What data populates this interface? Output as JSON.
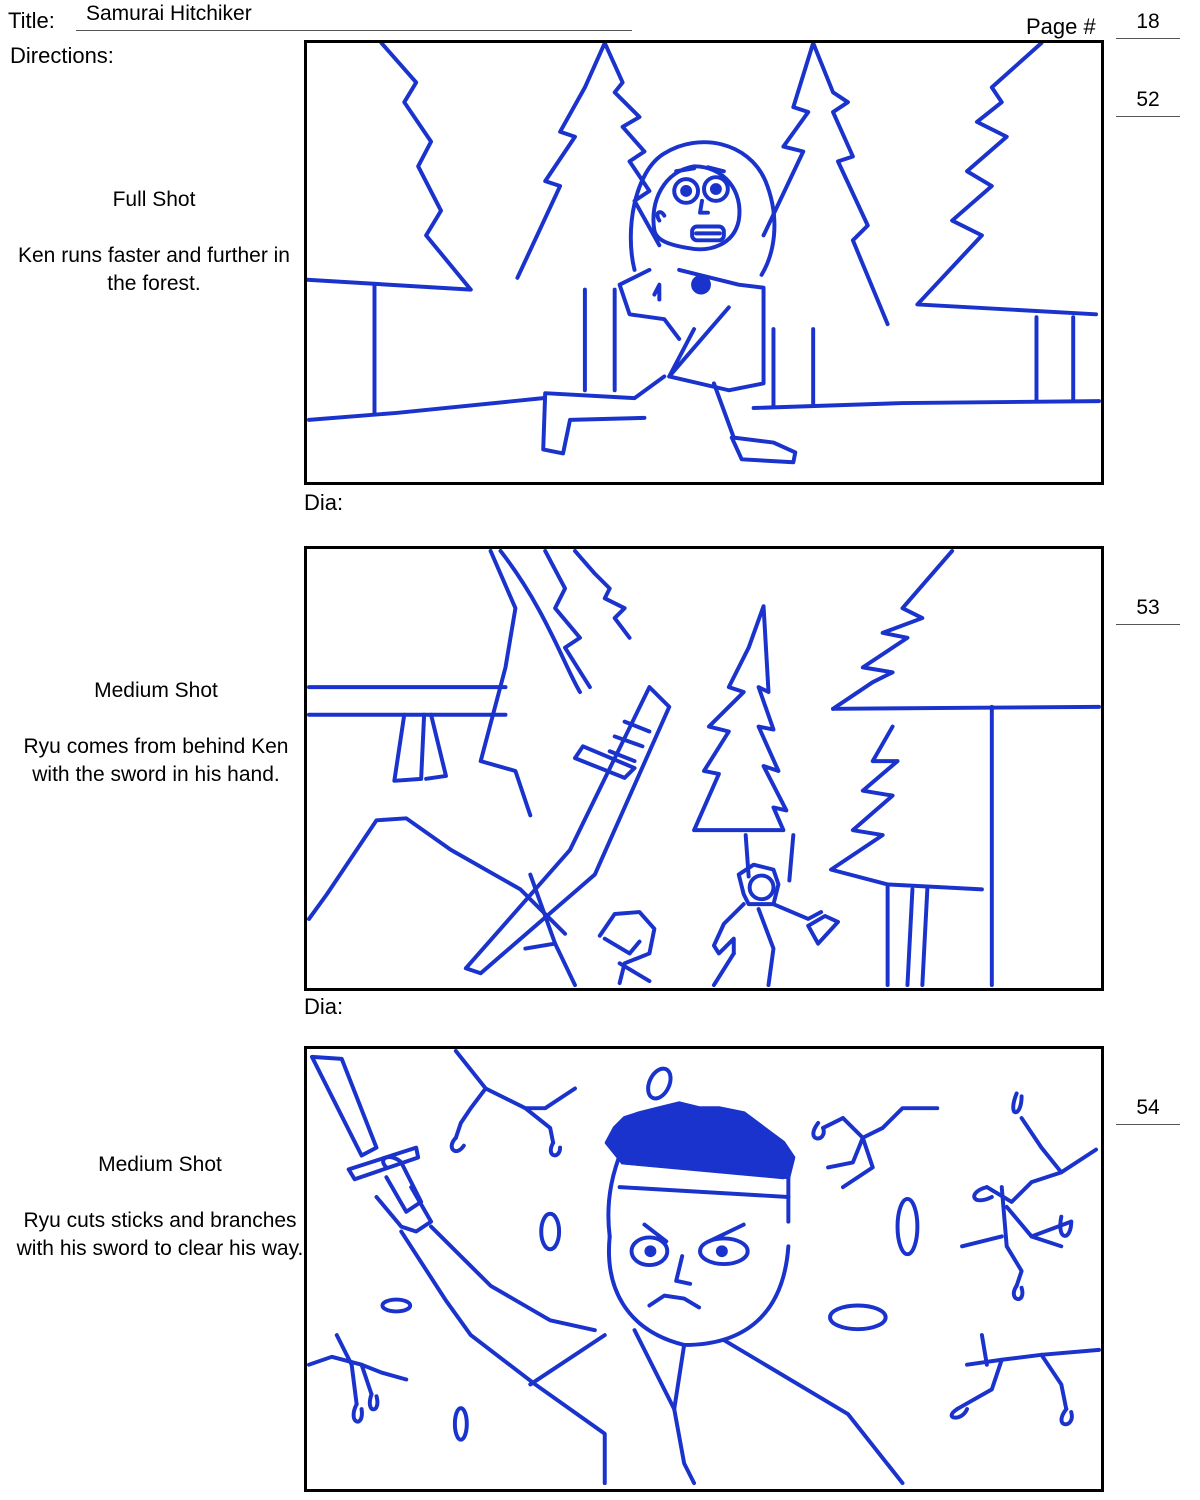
{
  "header": {
    "title_label": "Title:",
    "title_value": "Samurai Hitchiker",
    "page_label": "Page #",
    "page_number": "18",
    "directions_label": "Directions:"
  },
  "panels": [
    {
      "shot_number": "52",
      "shot_type": "Full Shot",
      "description": "Ken runs faster and further in the forest.",
      "dia_label": "Dia:"
    },
    {
      "shot_number": "53",
      "shot_type": "Medium Shot",
      "description": "Ryu comes from behind Ken with the sword in his hand.",
      "dia_label": "Dia:"
    },
    {
      "shot_number": "54",
      "shot_type": "Medium Shot",
      "description": "Ryu cuts sticks and branches with his sword to clear his way."
    }
  ],
  "colors": {
    "ink": "#1a33cc",
    "frame": "#000000"
  }
}
